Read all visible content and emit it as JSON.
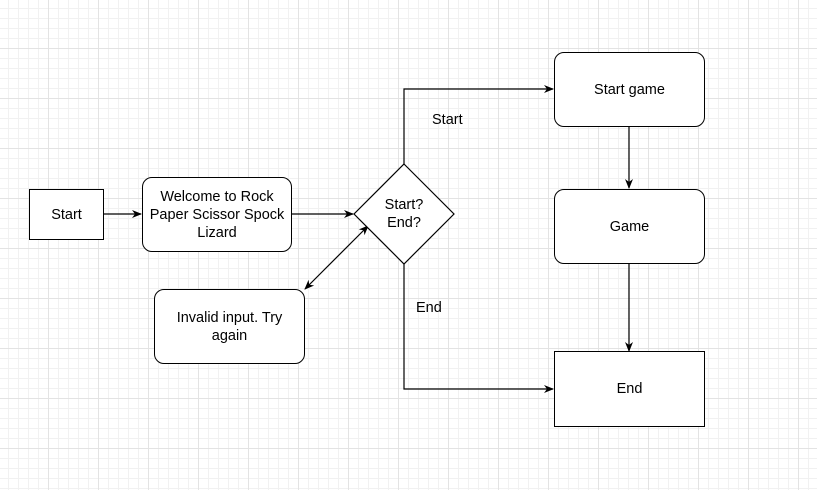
{
  "nodes": {
    "start": "Start",
    "welcome": "Welcome to Rock Paper Scissor Spock Lizard",
    "decision": "Start? End?",
    "invalid": "Invalid input. Try again",
    "start_game": "Start game",
    "game": "Game",
    "end": "End"
  },
  "edge_labels": {
    "start": "Start",
    "end": "End"
  }
}
